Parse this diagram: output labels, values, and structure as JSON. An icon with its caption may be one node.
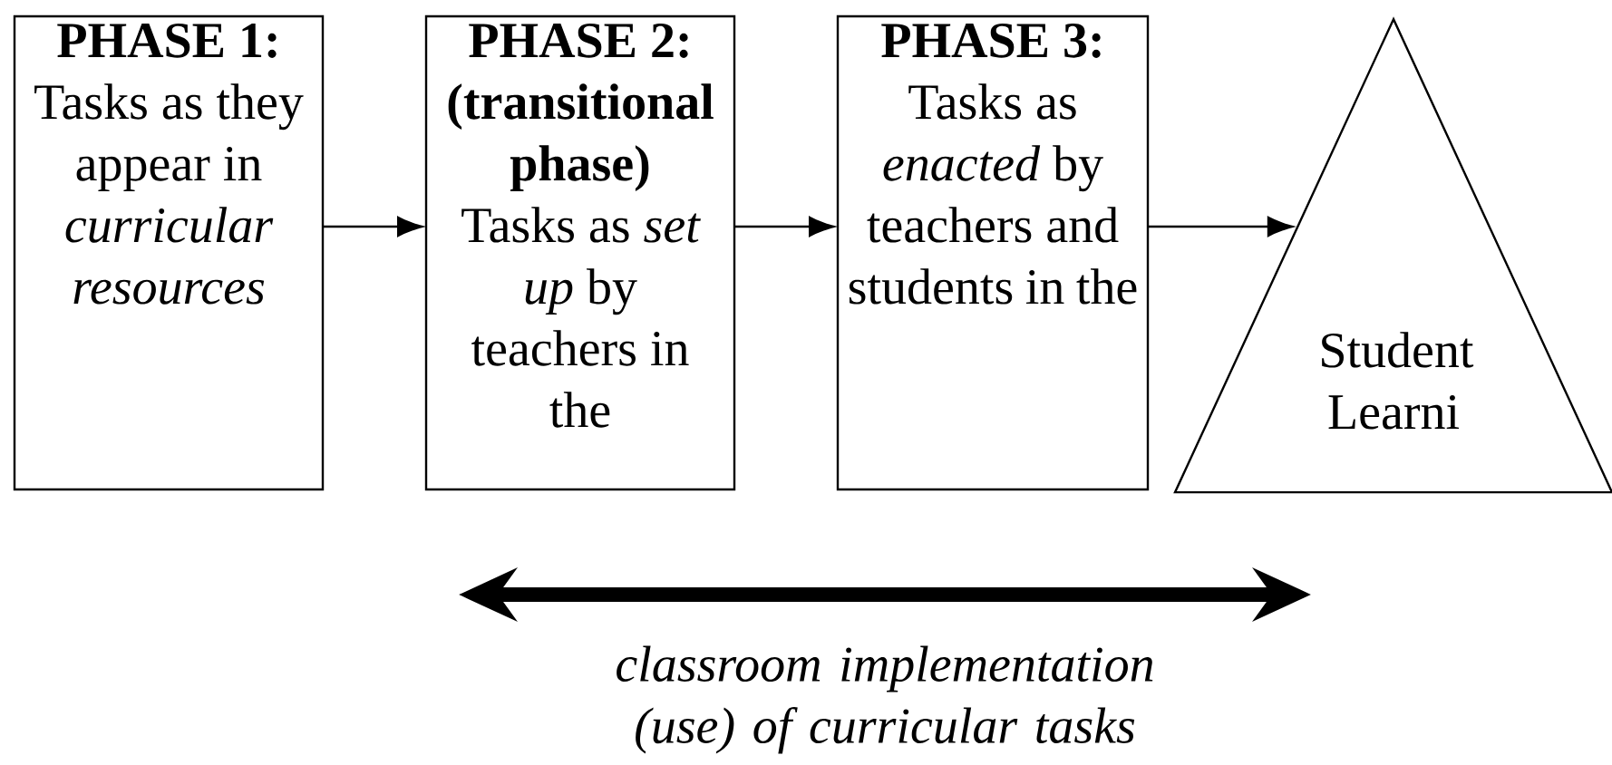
{
  "diagram": {
    "nodes": [
      {
        "text": [
          "PHASE 1:",
          "Tasks as they appear in *curricular resources*"
        ]
      },
      {
        "text": [
          "PHASE 2: (transitional phase)",
          "Tasks as *set up* by teachers in the"
        ]
      },
      {
        "text": [
          "PHASE 3:",
          "Tasks as *enacted* by teachers and students in the"
        ]
      },
      {
        "text": [
          "Student Learni"
        ]
      }
    ],
    "edges": [
      {
        "from": 0,
        "to": 1,
        "arrow": "to"
      },
      {
        "from": 1,
        "to": 2,
        "arrow": "to"
      },
      {
        "from": 2,
        "to": 3,
        "arrow": "to"
      }
    ],
    "labels": [
      "classroom implementation (use) of curricular tasks"
    ]
  }
}
